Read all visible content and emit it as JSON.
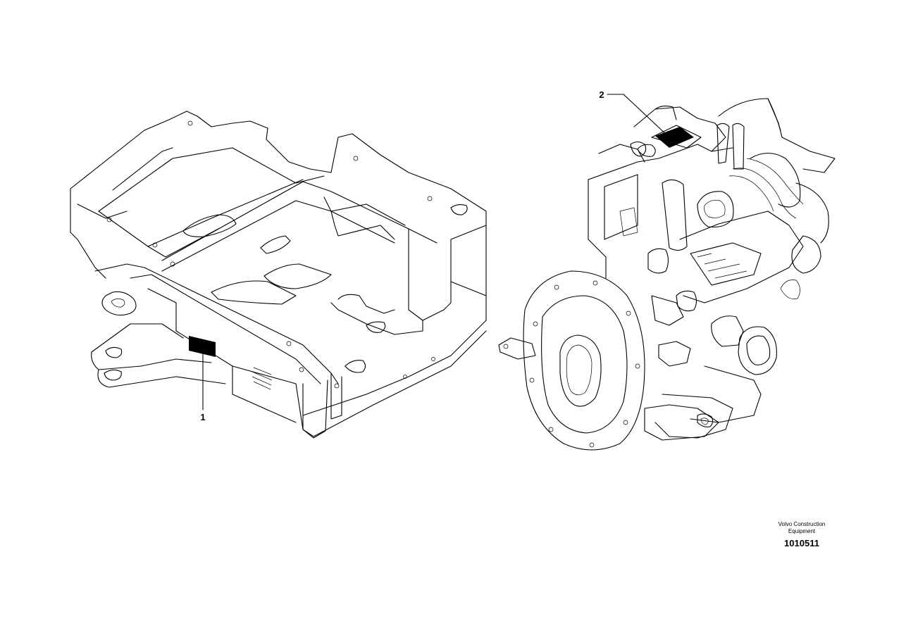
{
  "callouts": {
    "item_1": "1",
    "item_2": "2"
  },
  "credit": {
    "line1": "Volvo Construction",
    "line2": "Equipment"
  },
  "drawing_number": "1010511",
  "colors": {
    "line": "#000000",
    "background": "#ffffff",
    "label_fill": "#000000"
  }
}
